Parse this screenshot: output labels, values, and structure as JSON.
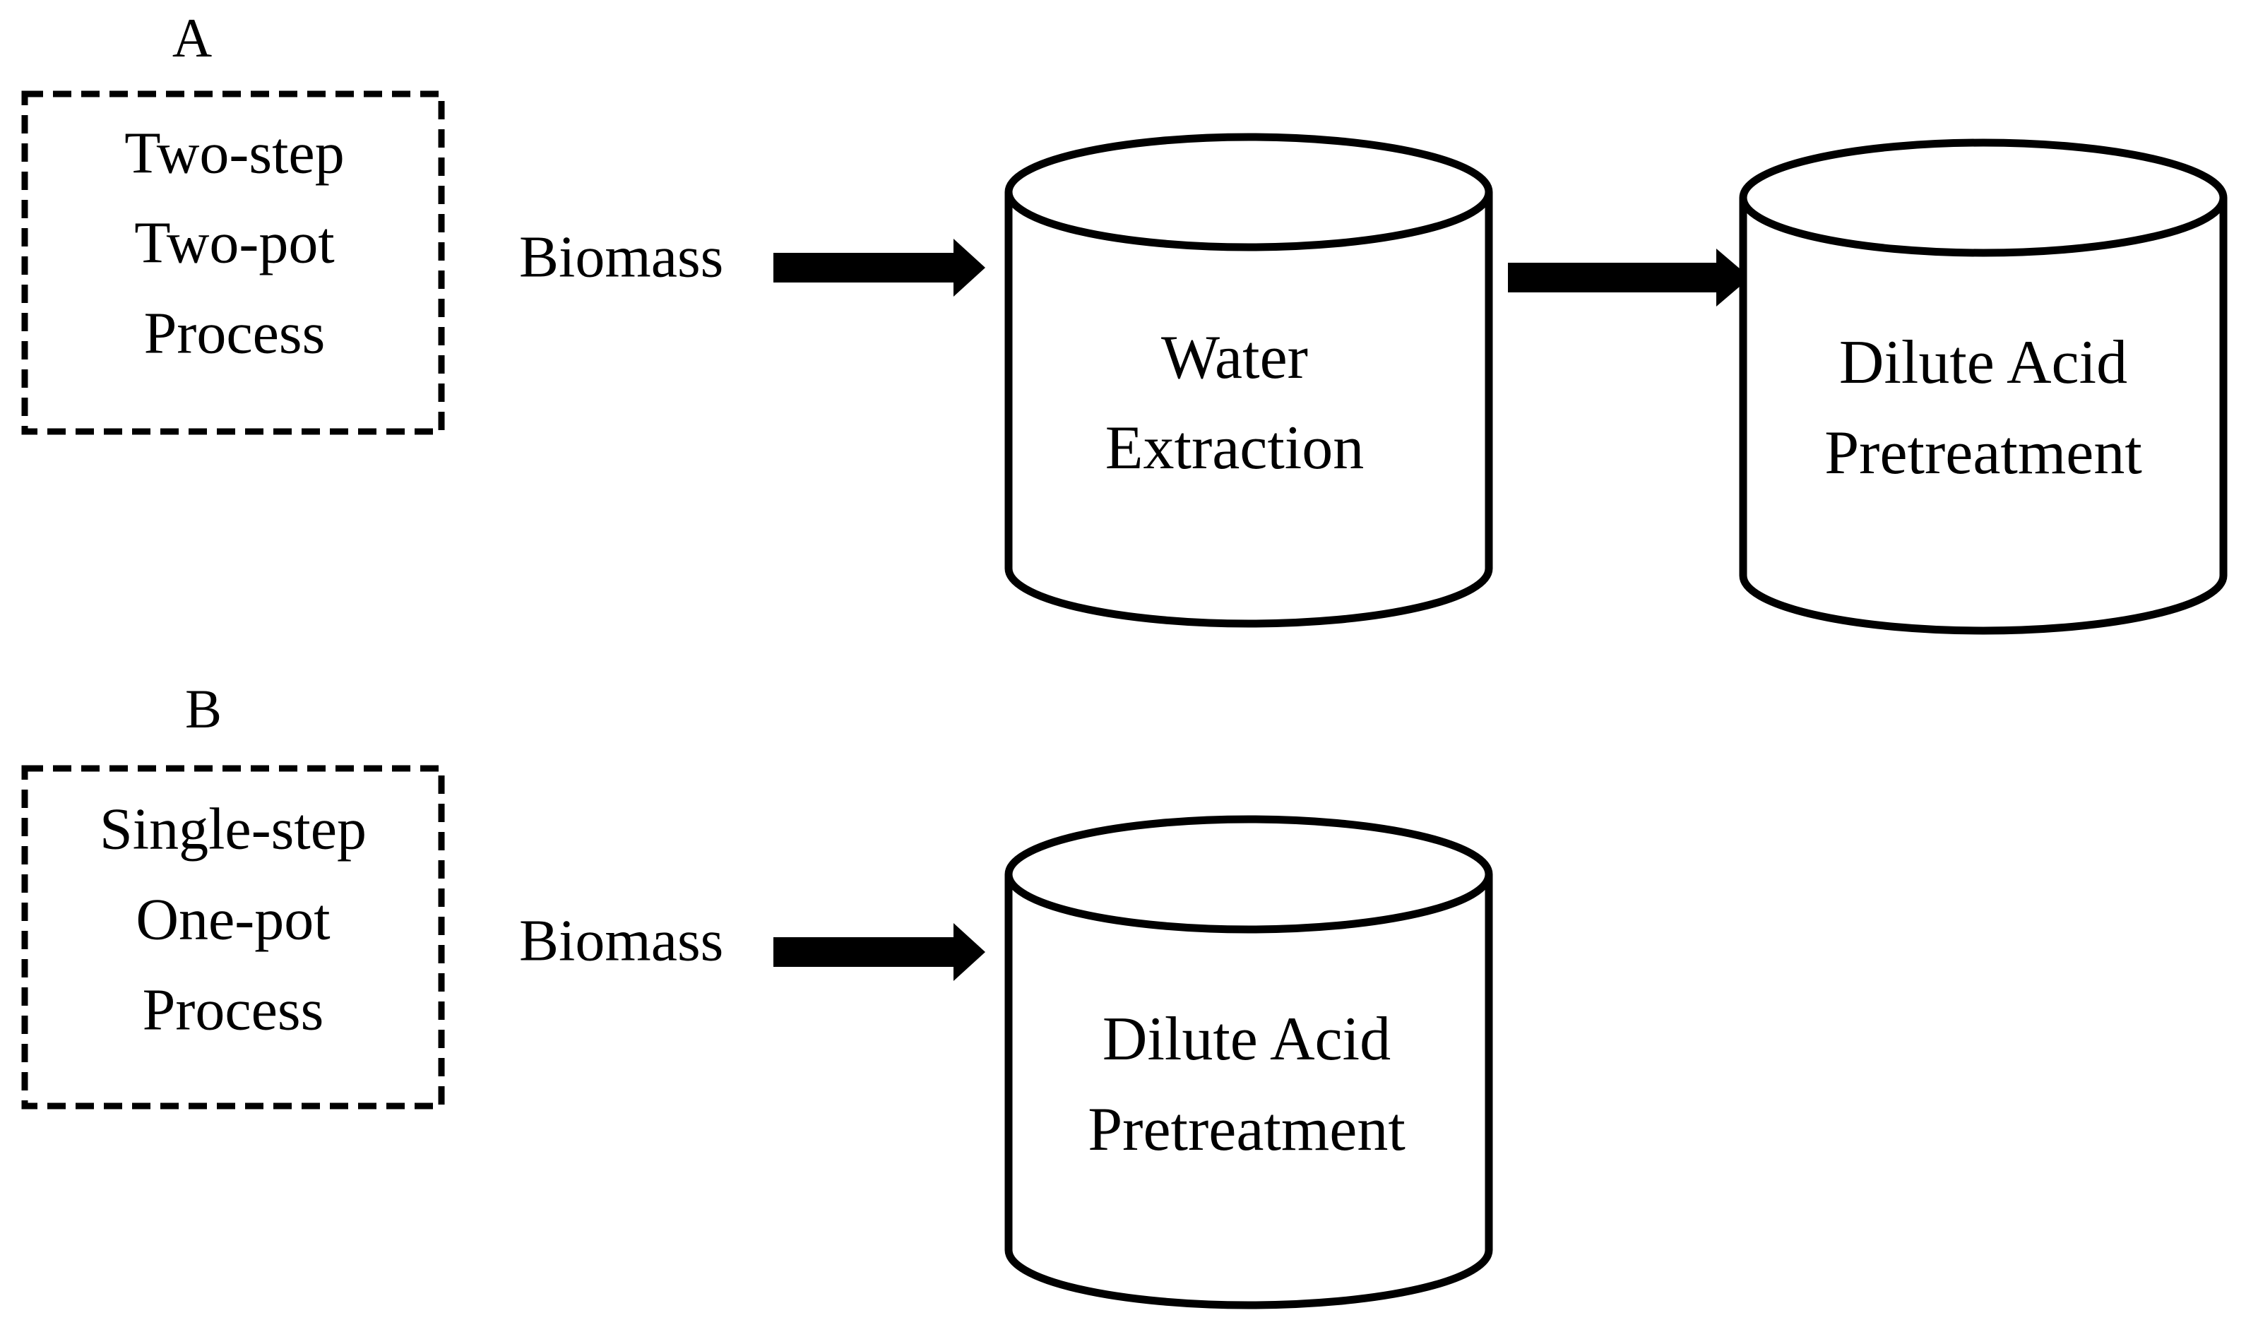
{
  "panels": [
    {
      "letter": "A",
      "process_lines": [
        "Two-step",
        "Two-pot",
        "Process"
      ],
      "feed_label": "Biomass",
      "vessels": [
        {
          "lines": [
            "Water",
            "Extraction"
          ]
        },
        {
          "lines": [
            "Dilute Acid",
            "Pretreatment"
          ]
        }
      ]
    },
    {
      "letter": "B",
      "process_lines": [
        "Single-step",
        "One-pot",
        "Process"
      ],
      "feed_label": "Biomass",
      "vessels": [
        {
          "lines": [
            "Dilute Acid",
            "Pretreatment"
          ]
        }
      ]
    }
  ]
}
